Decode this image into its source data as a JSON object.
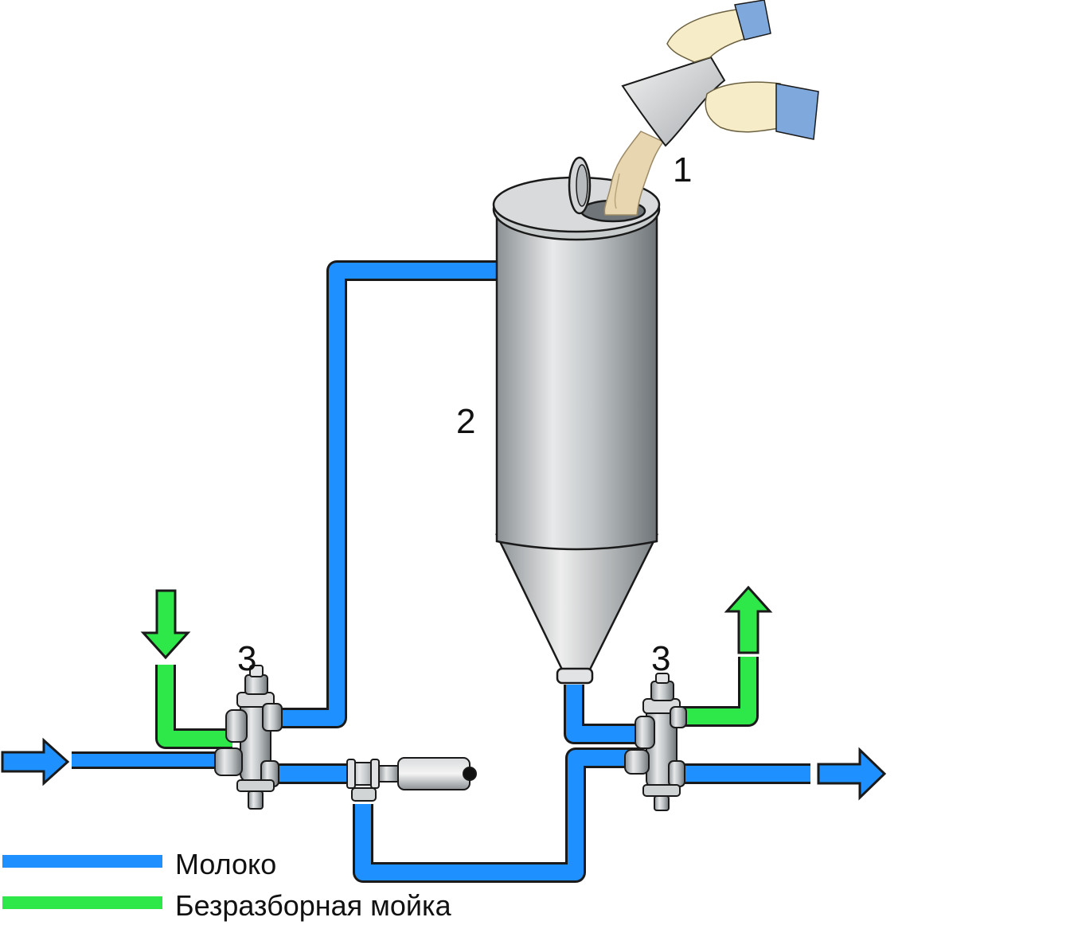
{
  "labels": {
    "powder_dosing": "1",
    "tank": "2",
    "valve_left": "3",
    "valve_right": "3"
  },
  "legend": [
    {
      "key": "milk",
      "label": "Молоко",
      "color": "#1e90ff"
    },
    {
      "key": "cip",
      "label": "Безразборная мойка",
      "color": "#2ee84a"
    }
  ],
  "colors": {
    "milk": "#1e90ff",
    "cip": "#2ee84a",
    "outline": "#1a1a1a",
    "steel_light": "#e6e6e6",
    "steel_mid": "#b4b8ba",
    "steel_dark": "#7d8386"
  },
  "icons": [
    "hand-icon",
    "powder-bag-icon",
    "tank-icon",
    "valve-icon",
    "check-valve-icon",
    "arrow-icon"
  ]
}
